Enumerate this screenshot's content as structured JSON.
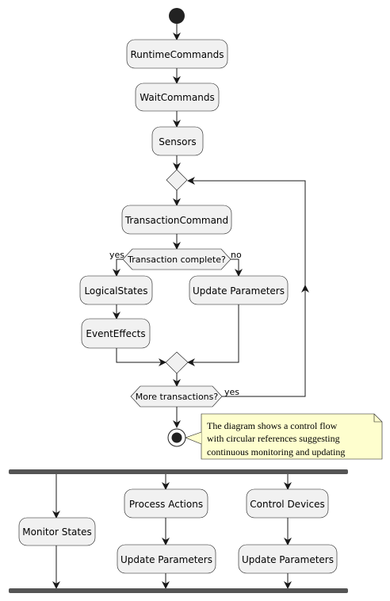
{
  "activities": {
    "runtime": "RuntimeCommands",
    "wait": "WaitCommands",
    "sensors": "Sensors",
    "transaction": "TransactionCommand",
    "logical": "LogicalStates",
    "event": "EventEffects",
    "update1": "Update Parameters",
    "monitor": "Monitor States",
    "process": "Process Actions",
    "control": "Control Devices",
    "update2": "Update Parameters",
    "update3": "Update Parameters"
  },
  "decisions": {
    "transaction_complete": "Transaction complete?",
    "more_transactions": "More transactions?"
  },
  "edge_labels": {
    "yes_left": "yes",
    "no_right": "no",
    "yes_loop": "yes"
  },
  "note": {
    "line1": "The diagram shows a control flow",
    "line2": "with circular references suggesting",
    "line3": "continuous monitoring and updating"
  }
}
